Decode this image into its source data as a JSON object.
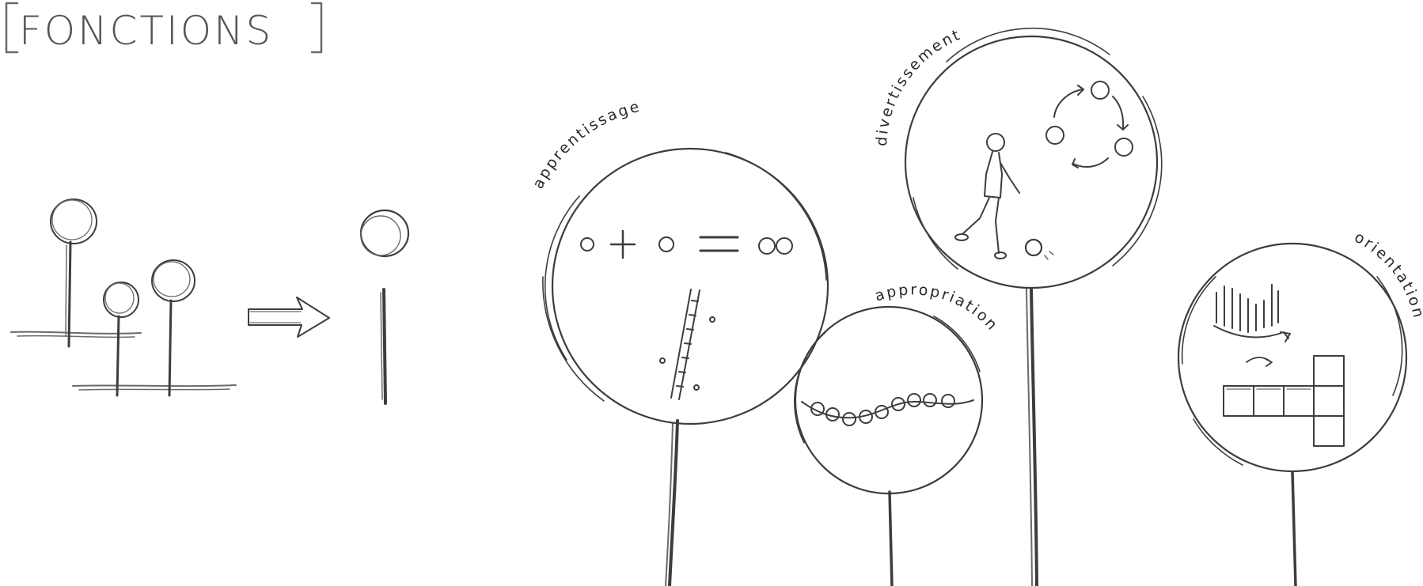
{
  "title": "FONCTIONS",
  "functions": [
    {
      "id": "apprentissage",
      "label": "apprentissage"
    },
    {
      "id": "appropriation",
      "label": "appropriation"
    },
    {
      "id": "divertissement",
      "label": "divertissement"
    },
    {
      "id": "orientation",
      "label": "orientation"
    }
  ],
  "colors": {
    "ink": "#3d3d3d",
    "paper": "#ffffff",
    "title": "#555555"
  }
}
